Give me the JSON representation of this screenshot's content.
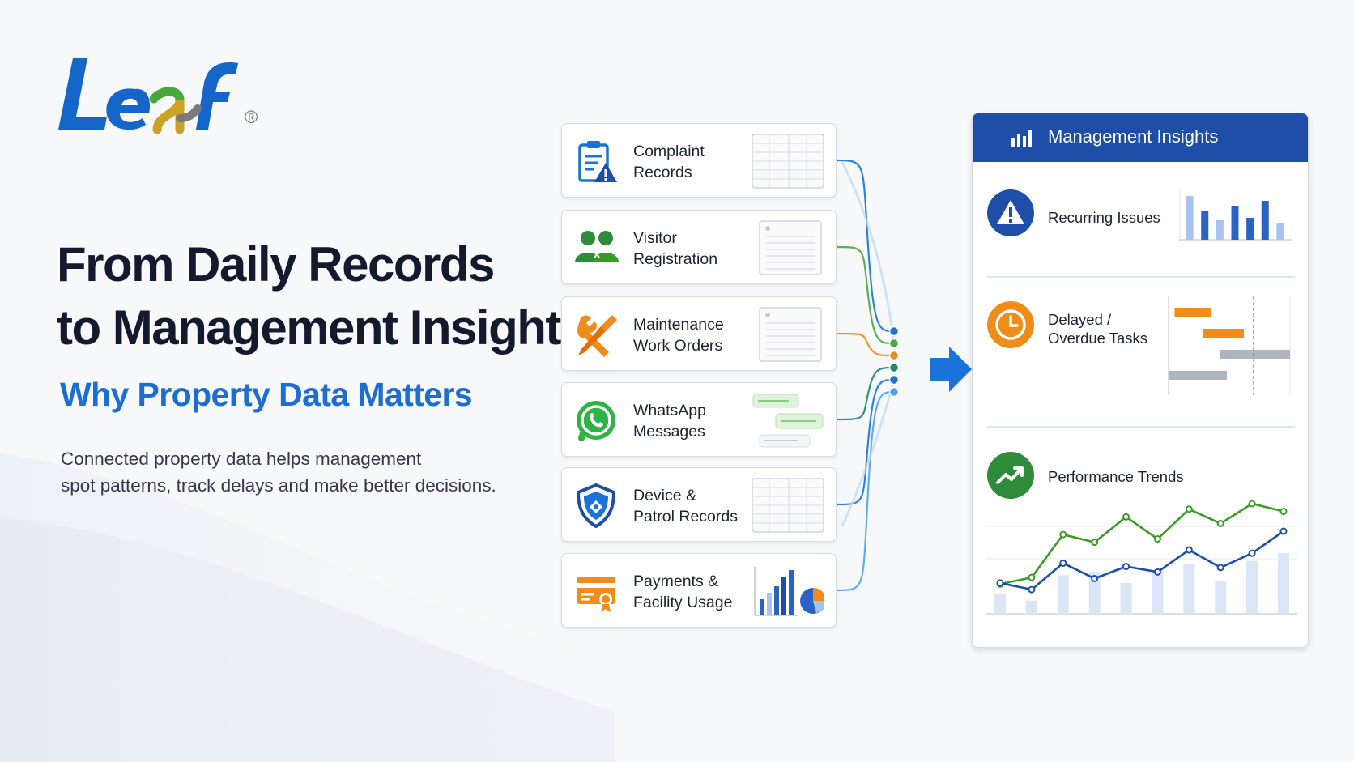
{
  "brand": {
    "logo_text": "Leaf",
    "registered_mark": "®",
    "colors": {
      "primary_blue": "#1466c8",
      "green": "#4aa83a",
      "gold": "#c9a227",
      "gray": "#7a7a7a",
      "navy": "#141a2e"
    }
  },
  "headline": {
    "line1": "From Daily Records",
    "line2": "to Management Insights:",
    "subtitle": "Why Property Data Matters"
  },
  "description": {
    "line1": "Connected property data helps management",
    "line2": "spot patterns, track delays and make better decisions."
  },
  "sources": [
    {
      "line1": "Complaint",
      "line2": "Records",
      "icon": "clipboard-warning-icon",
      "thumb": "spreadsheet",
      "connector_color": "#1a73d8"
    },
    {
      "line1": "Visitor",
      "line2": "Registration",
      "icon": "people-icon",
      "thumb": "document",
      "connector_color": "#4aa83a"
    },
    {
      "line1": "Maintenance",
      "line2": "Work Orders",
      "icon": "wrench-screwdriver-icon",
      "thumb": "document",
      "connector_color": "#f08c1a"
    },
    {
      "line1": "WhatsApp",
      "line2": "Messages",
      "icon": "whatsapp-icon",
      "thumb": "chat-bubbles",
      "connector_color": "#1f8a6a"
    },
    {
      "line1": "Device &",
      "line2": "Patrol Records",
      "icon": "shield-icon",
      "thumb": "spreadsheet",
      "connector_color": "#1a73d8"
    },
    {
      "line1": "Payments &",
      "line2": "Facility Usage",
      "icon": "payment-card-icon",
      "thumb": "bar-pie-chart",
      "connector_color": "#4fa3e8"
    }
  ],
  "connector_dot_colors": [
    "#1a73d8",
    "#4aa83a",
    "#f08c1a",
    "#1f8a6a",
    "#1a73d8",
    "#4fa3e8"
  ],
  "panel": {
    "title": "Management Insights",
    "header_color": "#1f4ea8",
    "sections": [
      {
        "line1": "Recurring Issues",
        "line2": "",
        "icon": "warning-icon",
        "color": "#1f4ea8"
      },
      {
        "line1": "Delayed /",
        "line2": "Overdue Tasks",
        "icon": "clock-icon",
        "color": "#f08c1a"
      },
      {
        "line1": "Performance Trends",
        "line2": "",
        "icon": "trend-up-icon",
        "color": "#2e8b3a"
      }
    ]
  },
  "chart_data": [
    {
      "type": "bar",
      "values": [
        0.9,
        0.6,
        0.4,
        0.7,
        0.45,
        0.8,
        0.35
      ],
      "colors": [
        "#a8c3ef",
        "#2a62c6",
        "#a8c3ef",
        "#2a62c6",
        "#2a62c6",
        "#2a62c6",
        "#a8c3ef"
      ]
    },
    {
      "type": "gantt",
      "bars": [
        {
          "start": 0.05,
          "end": 0.35,
          "color": "#f08c1a"
        },
        {
          "start": 0.28,
          "end": 0.62,
          "color": "#f08c1a"
        },
        {
          "start": 0.42,
          "end": 1.0,
          "color": "#b0b5bd"
        },
        {
          "start": 0.0,
          "end": 0.48,
          "color": "#b0b5bd"
        }
      ],
      "marker": 0.7
    },
    {
      "type": "line",
      "x": [
        0,
        1,
        2,
        3,
        4,
        5,
        6,
        7,
        8,
        9
      ],
      "bars": [
        0.18,
        0.12,
        0.35,
        0.38,
        0.28,
        0.4,
        0.45,
        0.3,
        0.48,
        0.55
      ],
      "series": [
        {
          "values": [
            0.27,
            0.33,
            0.72,
            0.65,
            0.88,
            0.68,
            0.95,
            0.82,
            1.0,
            0.93
          ],
          "color": "#3c9a2a"
        },
        {
          "values": [
            0.28,
            0.22,
            0.46,
            0.32,
            0.43,
            0.38,
            0.58,
            0.42,
            0.55,
            0.75
          ],
          "color": "#1f4ea8"
        }
      ],
      "bar_color": "#dbe5f6"
    }
  ]
}
